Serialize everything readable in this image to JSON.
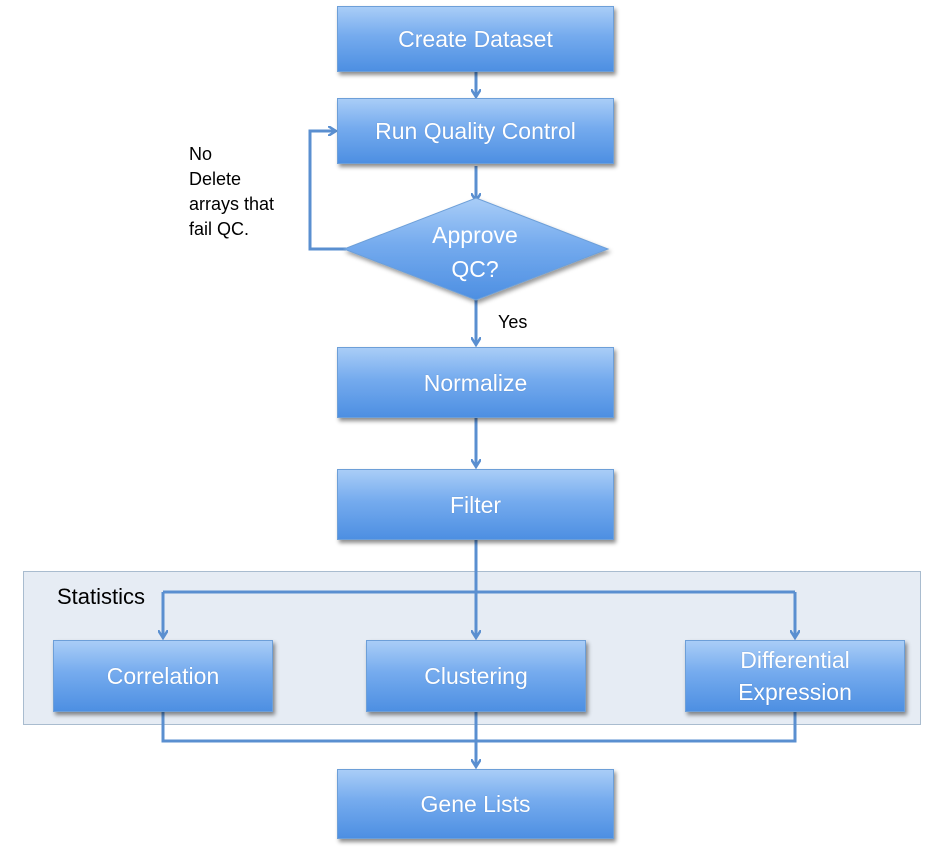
{
  "nodes": {
    "create_dataset": "Create Dataset",
    "run_qc": "Run Quality Control",
    "approve_qc": "Approve QC?",
    "normalize": "Normalize",
    "filter": "Filter",
    "correlation": "Correlation",
    "clustering": "Clustering",
    "differential_expression_line1": "Differential",
    "differential_expression_line2": "Expression",
    "gene_lists": "Gene Lists"
  },
  "group": {
    "label": "Statistics"
  },
  "edge_labels": {
    "no_line1": "No",
    "no_line2": "Delete",
    "no_line3": "arrays that",
    "no_line4": "fail QC.",
    "yes": "Yes"
  },
  "colors": {
    "box_gradient_top": "#a9cdf7",
    "box_gradient_bottom": "#4d8fe2",
    "connector": "#5a8fd0",
    "group_fill": "#e6ecf4"
  }
}
